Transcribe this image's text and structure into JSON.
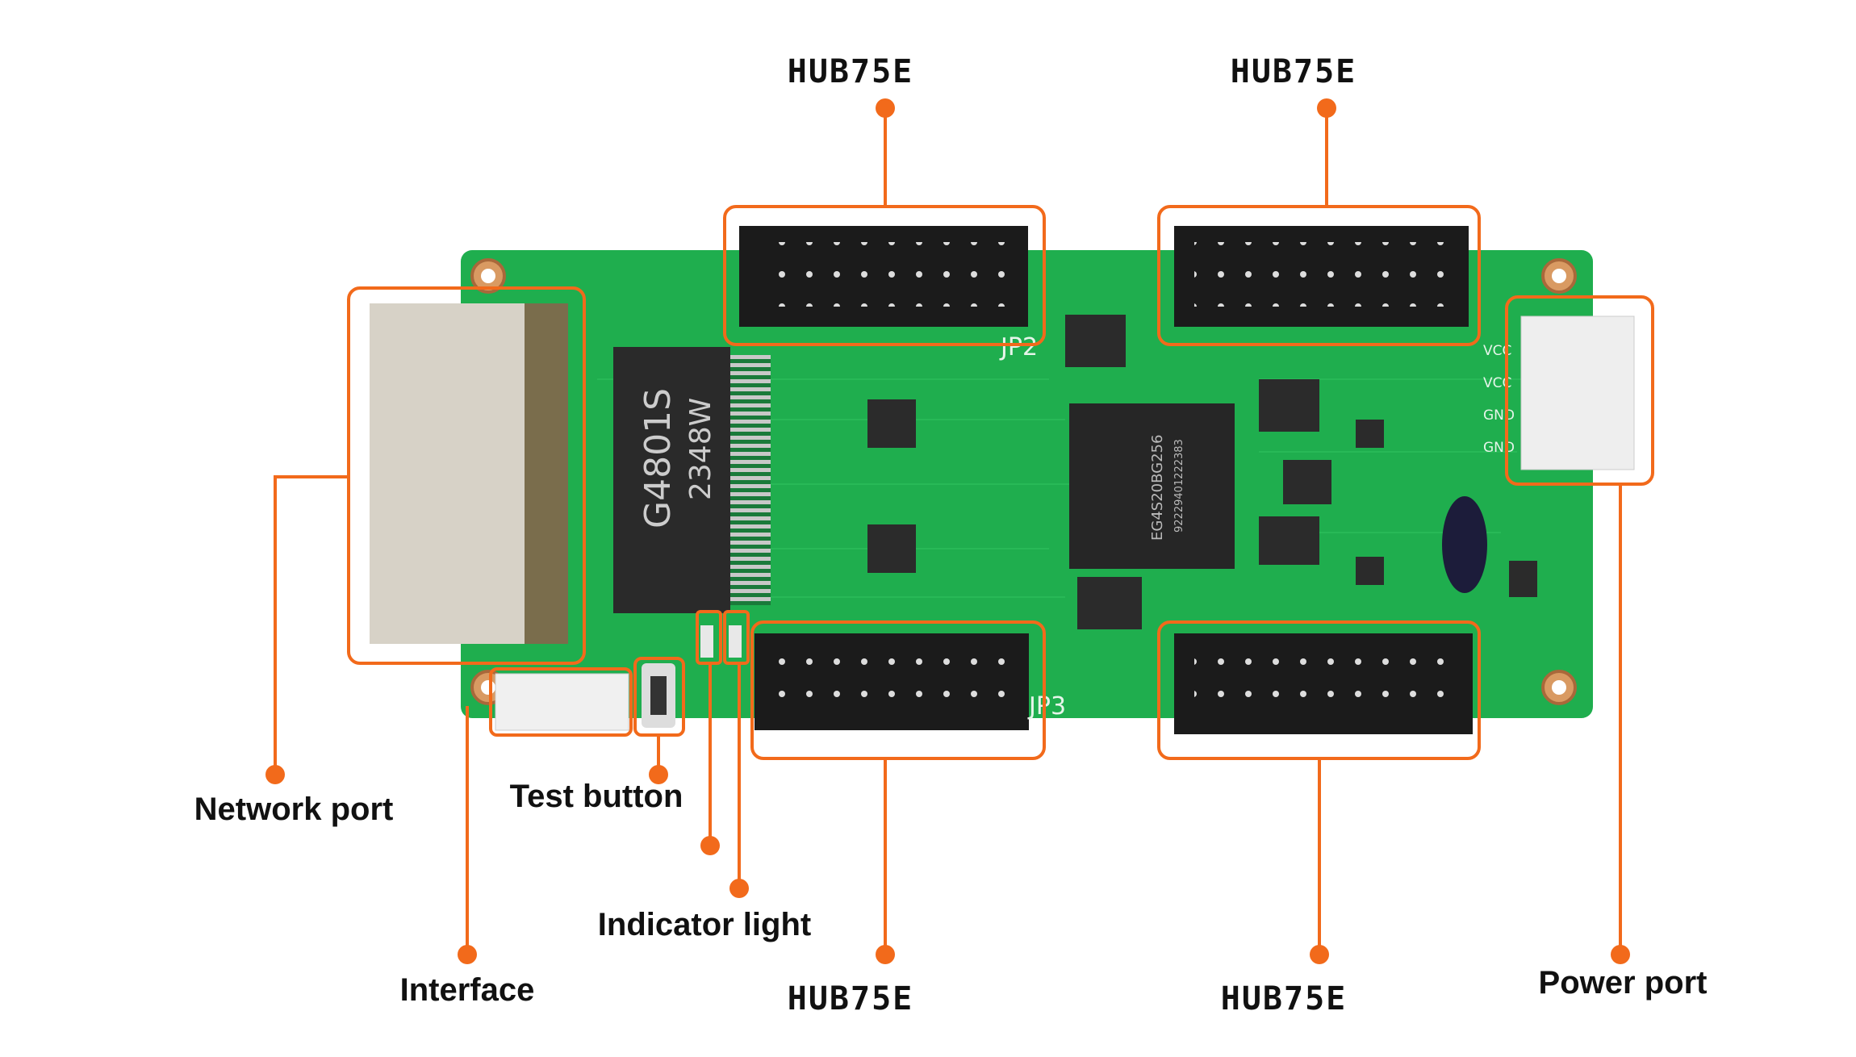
{
  "accent_color": "#f26a1b",
  "board_color": "#1fae4e",
  "labels": {
    "hub_top_left": "HUB75E",
    "hub_top_right": "HUB75E",
    "hub_bottom_left": "HUB75E",
    "hub_bottom_right": "HUB75E",
    "network_port": "Network port",
    "test_button": "Test button",
    "indicator_light": "Indicator light",
    "interface": "Interface",
    "power_port": "Power port"
  },
  "board_markings": {
    "phy_chip_line1": "G4801S",
    "phy_chip_line2": "2348W",
    "fpga_line1": "EG4S20BG256",
    "fpga_line2": "92229401222383",
    "jp2": "JP2",
    "jp3": "JP3",
    "power_pins": [
      "VCC",
      "VCC",
      "GND",
      "GND"
    ]
  }
}
